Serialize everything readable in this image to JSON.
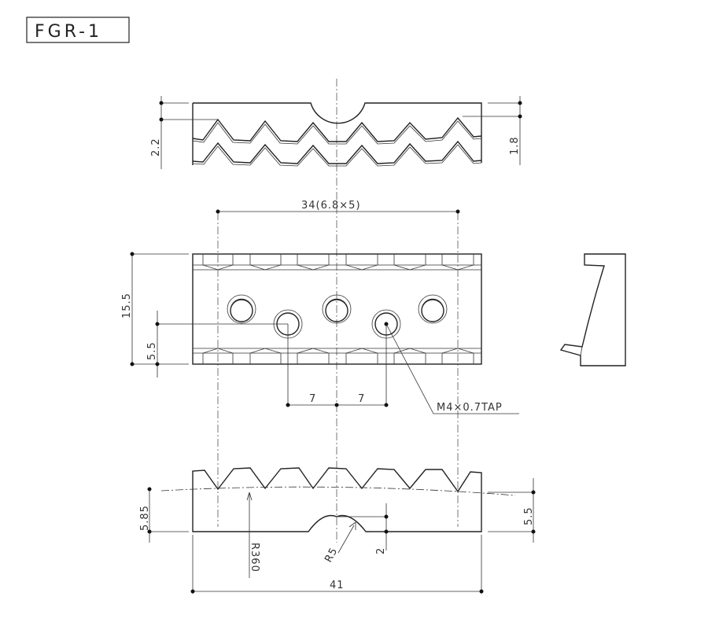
{
  "title": "FGR-1",
  "top_view": {
    "dim_left": "2.2",
    "dim_right": "1.8"
  },
  "front_view": {
    "dim_pitch": "34(6.8×5)",
    "dim_height": "15.5",
    "dim_hole_height": "5.5",
    "dim_hole_left": "7",
    "dim_hole_right": "7",
    "tap_callout": "M4×0.7TAP"
  },
  "bottom_view": {
    "dim_left": "5.85",
    "dim_right": "5.5",
    "radius_large": "R360",
    "radius_notch": "R5",
    "dim_notch_depth": "2",
    "dim_width": "41"
  }
}
